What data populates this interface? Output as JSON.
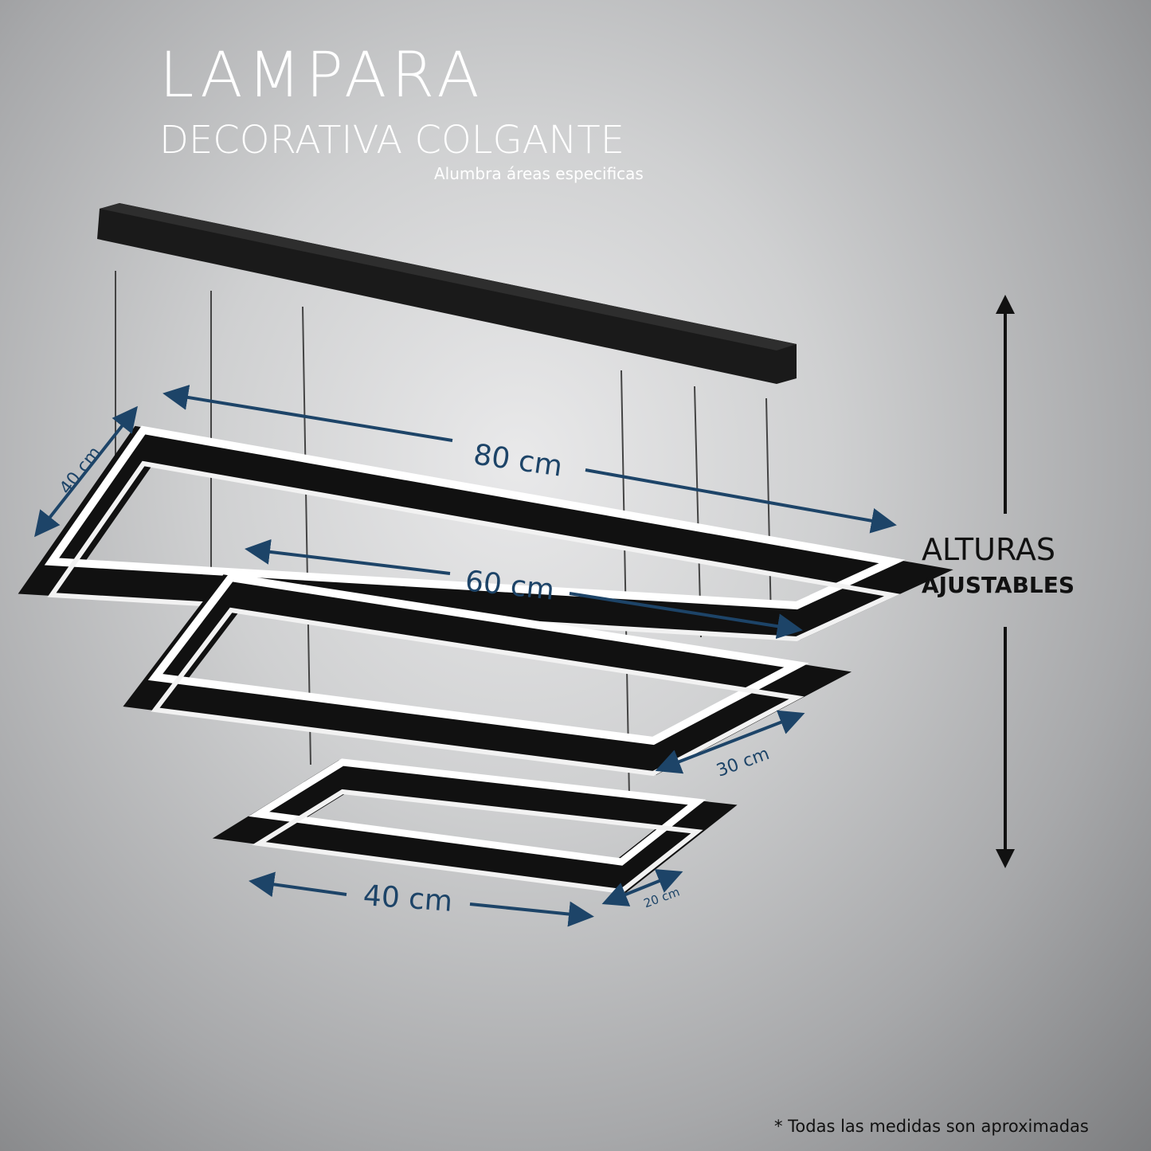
{
  "header": {
    "title": "LAMPARA",
    "subtitle": "DECORATIVA COLGANTE",
    "tagline": "Alumbra áreas especificas"
  },
  "dimensions": {
    "large_length": "80 cm",
    "large_width": "40 cm",
    "medium_length": "60 cm",
    "medium_width": "30 cm",
    "small_length": "40 cm",
    "small_width": "20 cm"
  },
  "height_label": {
    "line1": "ALTURAS",
    "line2": "AJUSTABLES"
  },
  "footnote": "* Todas las medidas son aproximadas",
  "colors": {
    "dimension": "#1d4468",
    "frame": "#111111",
    "glow": "#ffffff"
  }
}
